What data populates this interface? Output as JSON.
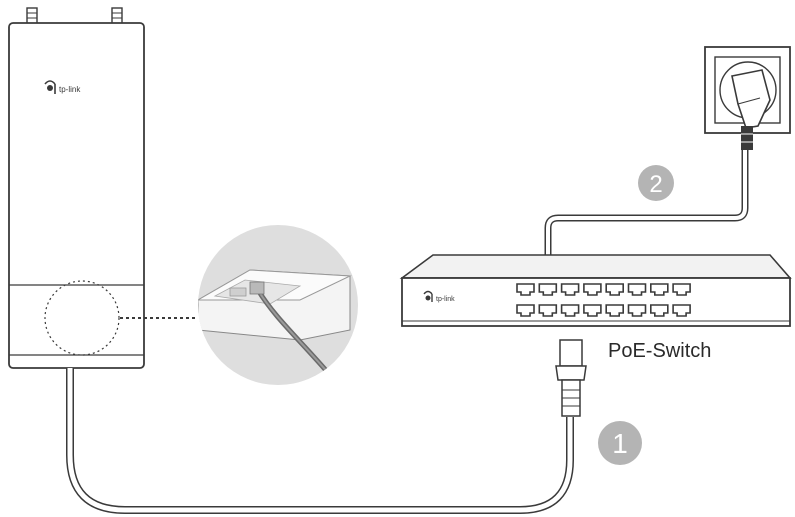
{
  "device": {
    "brand": "tp-link"
  },
  "switch": {
    "brand": "tp-link",
    "label": "PoE-Switch",
    "port_count": 16
  },
  "steps": [
    {
      "number": "1"
    },
    {
      "number": "2"
    }
  ],
  "colors": {
    "line": "#3a3a3a",
    "device_fill": "#ffffff",
    "badge": "#b4b4b4",
    "badge_text": "#ffffff",
    "zoom_bg": "#dedede",
    "switch_front": "#ffffff",
    "switch_top": "#f2f2f2"
  }
}
